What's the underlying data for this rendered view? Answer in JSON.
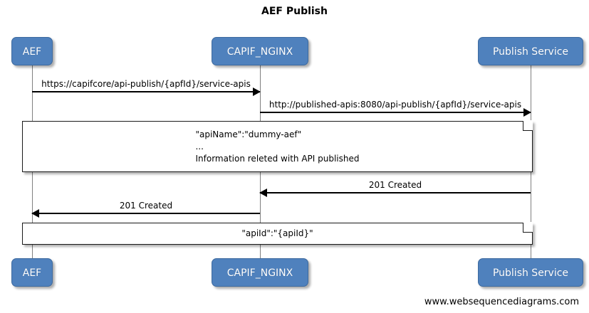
{
  "diagram": {
    "title": "AEF Publish",
    "footer": "www.websequencediagrams.com",
    "accent_color": "#4f81bd",
    "lifeline_color": "#808080",
    "arrow_color": "#000000",
    "note_background": "#ffffff",
    "background": "#ffffff"
  },
  "participants": [
    {
      "name": "AEF",
      "label": "AEF"
    },
    {
      "name": "CAPIF_NGINX",
      "label": "CAPIF_NGINX"
    },
    {
      "name": "Publish Service",
      "label": "Publish Service"
    }
  ],
  "messages": [
    {
      "label": "https://capifcore/api-publish/{apfId}/service-apis",
      "from": "AEF",
      "to": "CAPIF_NGINX",
      "direction": "right"
    },
    {
      "label": "http://published-apis:8080/api-publish/{apfId}/service-apis",
      "from": "CAPIF_NGINX",
      "to": "Publish Service",
      "direction": "right"
    },
    {
      "label": "201 Created",
      "from": "Publish Service",
      "to": "CAPIF_NGINX",
      "direction": "left"
    },
    {
      "label": "201 Created",
      "from": "CAPIF_NGINX",
      "to": "AEF",
      "direction": "left"
    }
  ],
  "notes": [
    {
      "name": "note-api-published",
      "lines": [
        "\"apiName\":\"dummy-aef\"",
        "...",
        "Information releted with API published"
      ]
    },
    {
      "name": "note-api-id",
      "lines": [
        "\"apiId\":\"{apiId}\""
      ]
    }
  ]
}
